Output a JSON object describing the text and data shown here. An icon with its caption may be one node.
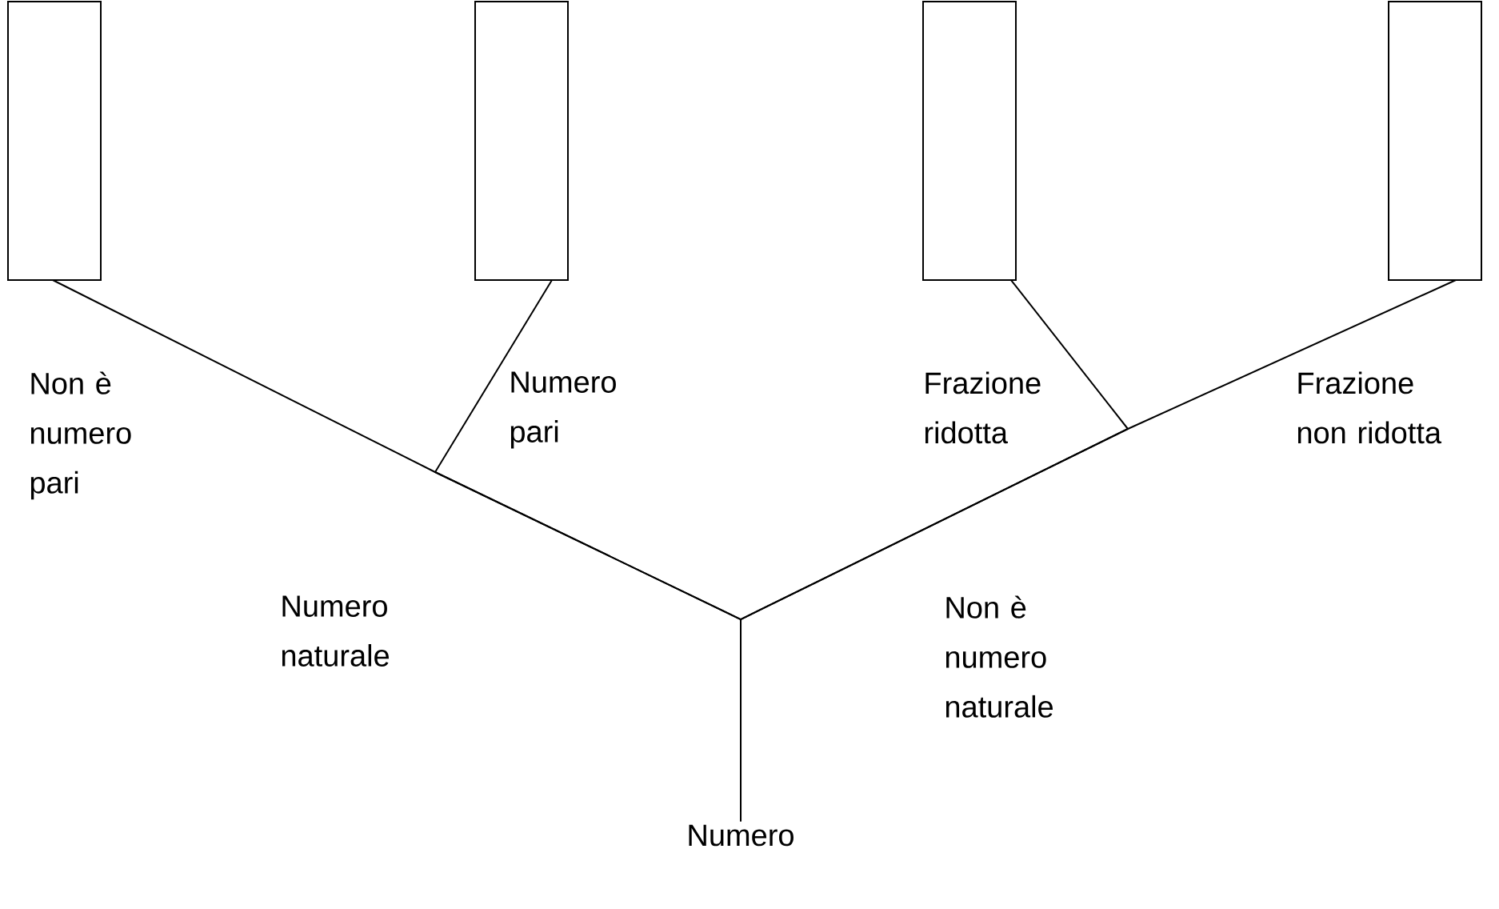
{
  "diagram": {
    "nodes": [
      {
        "text": [
          "Numero"
        ]
      },
      {
        "text": [],
        "shape": "box"
      },
      {
        "text": [],
        "shape": "box"
      },
      {
        "text": [],
        "shape": "box"
      },
      {
        "text": [],
        "shape": "box"
      }
    ],
    "edges": [
      {
        "from": 0,
        "to": 1,
        "arrow": "none",
        "label": "Non è numero pari"
      },
      {
        "from": 0,
        "to": 2,
        "arrow": "none",
        "label": "Numero pari"
      },
      {
        "from": 0,
        "to": 3,
        "arrow": "none",
        "label": "Frazione ridotta"
      },
      {
        "from": 0,
        "to": 4,
        "arrow": "none",
        "label": "Frazione non ridotta"
      }
    ],
    "labels": [
      "Numero naturale",
      "Non è numero naturale"
    ]
  }
}
